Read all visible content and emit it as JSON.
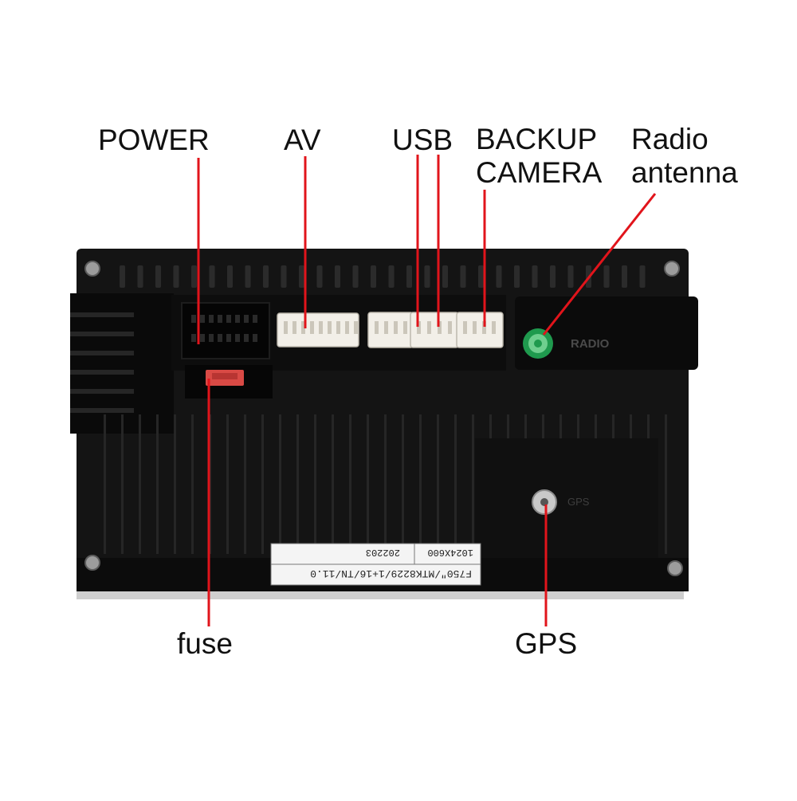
{
  "callouts": {
    "power": "POWER",
    "av": "AV",
    "usb": "USB",
    "backup_camera": [
      "BACKUP",
      "CAMERA"
    ],
    "radio_antenna": [
      "Radio",
      "antenna"
    ],
    "fuse": "fuse",
    "gps": "GPS"
  },
  "unit_markings": {
    "radio_port": "RADIO",
    "gps_port": "GPS",
    "label_line_1": "F750\"/MTK8229/1+16/TN/11.0",
    "label_resolution": "1024X600",
    "label_date": "202203"
  },
  "colors": {
    "leader_line": "#e1141b",
    "chassis": "#121212",
    "connector": "#f2efe8",
    "radio_port": "#1f9a4e",
    "fuse": "#d94a45",
    "label_bg": "#f4f4f4"
  }
}
